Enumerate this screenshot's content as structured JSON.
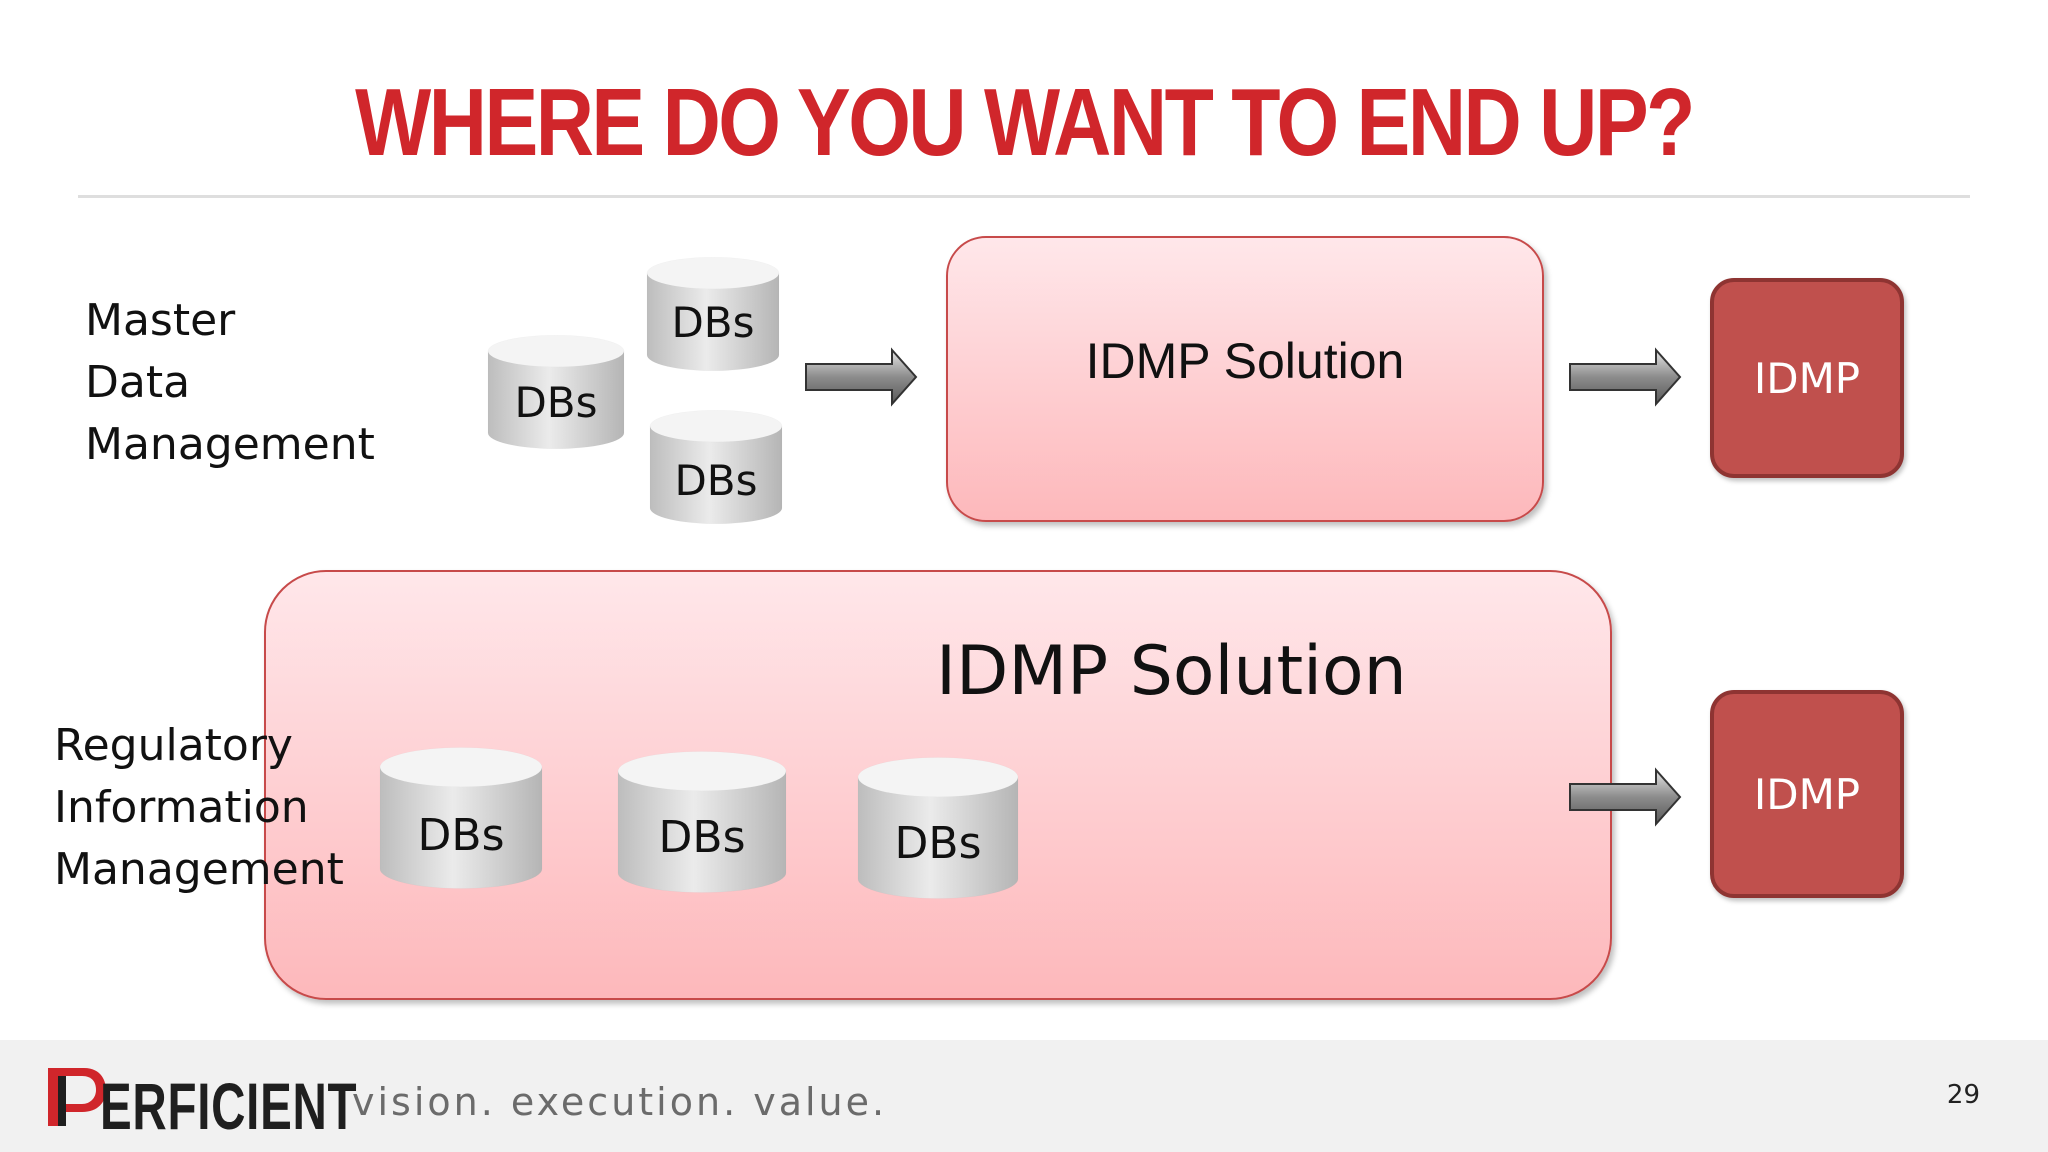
{
  "slide": {
    "title": "WHERE DO YOU WANT TO END UP?",
    "page_number": "29"
  },
  "top_row": {
    "label_lines": [
      "Master",
      "Data",
      "Management"
    ],
    "databases": [
      "DBs",
      "DBs",
      "DBs"
    ],
    "solution_label": "IDMP Solution",
    "output_label": "IDMP"
  },
  "bottom_row": {
    "label_lines": [
      "Regulatory",
      "Information",
      "Management"
    ],
    "databases": [
      "DBs",
      "DBs",
      "DBs"
    ],
    "solution_label": "IDMP Solution",
    "output_label": "IDMP"
  },
  "footer": {
    "logo_text": "ERFICIENT",
    "tagline": "vision.  execution.  value."
  },
  "colors": {
    "title_red": "#d0262b",
    "solution_fill": "#fdb8bb",
    "idmp_box": "#c0504d",
    "database_fill": "#d9d9d9"
  }
}
